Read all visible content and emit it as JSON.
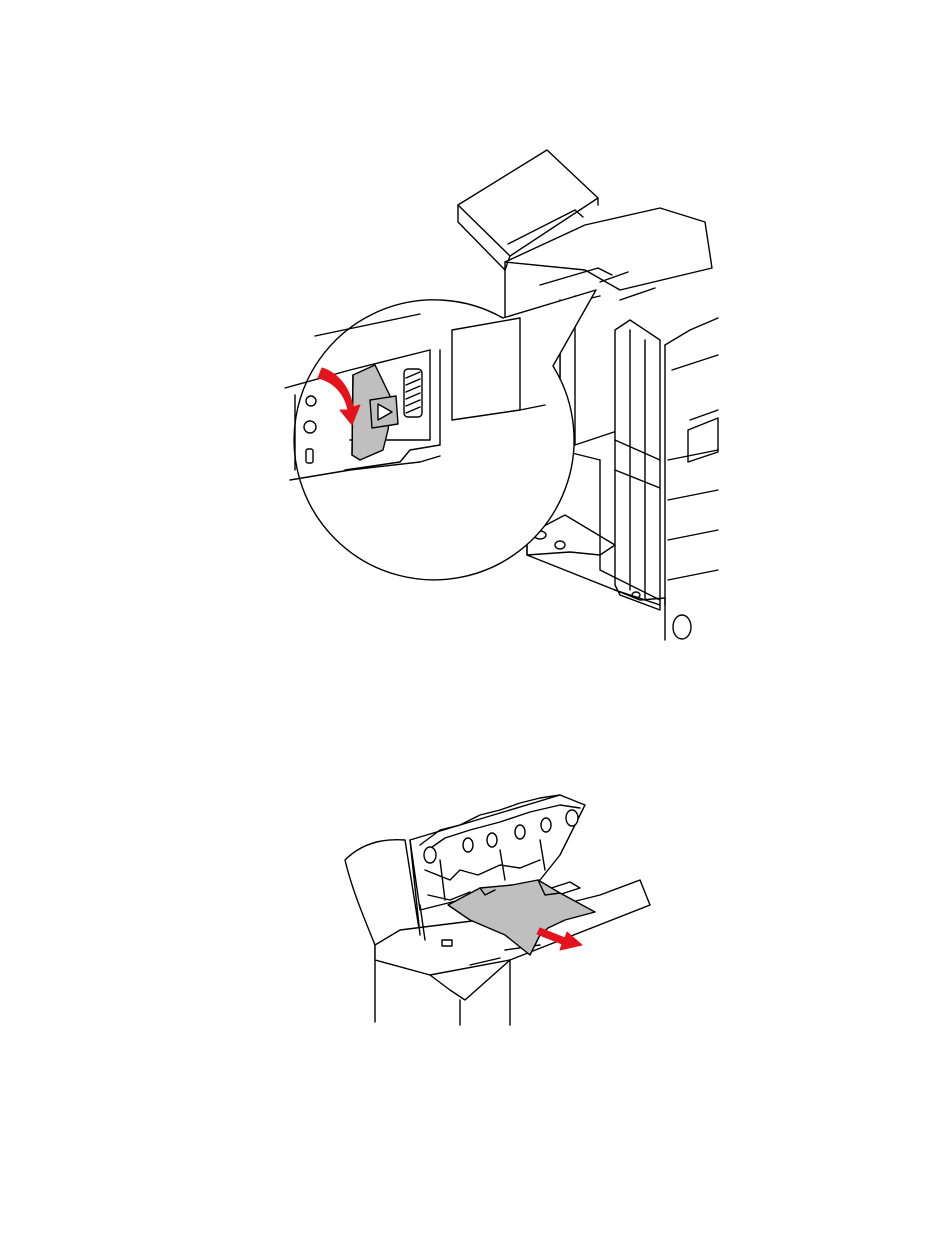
{
  "figures": [
    {
      "id": "top",
      "subject": "finisher-side-latch",
      "icons": [
        "printer-finisher-icon",
        "magnifier-callout-icon",
        "latch-lever-icon",
        "arrow-down-icon"
      ]
    },
    {
      "id": "bottom",
      "subject": "top-cover-jam-clearance",
      "icons": [
        "open-top-cover-icon",
        "jammed-paper-icon",
        "arrow-right-icon"
      ]
    }
  ],
  "colors": {
    "line": "#000000",
    "paper": "#ffffff",
    "gray_fill": "#bfbfbf",
    "dark_gray_fill": "#8c8c8c",
    "accent_arrow": "#e4141c"
  }
}
